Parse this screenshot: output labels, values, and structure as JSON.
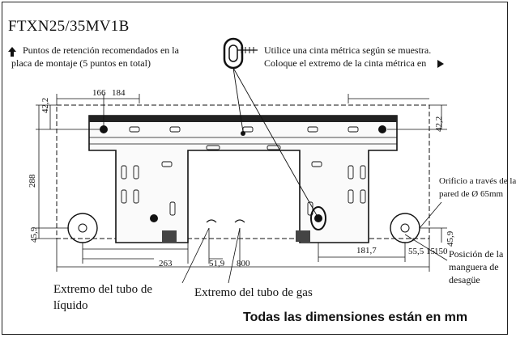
{
  "model": "FTXN25/35MV1B",
  "retention_note": {
    "line1": "Puntos de retención recomendados en la",
    "line2": "placa de montaje (5 puntos en total)"
  },
  "tape_note": {
    "line1": "Utilice una cinta métrica según se muestra.",
    "line2": "Coloque el extremo de la cinta métrica en"
  },
  "dimensions": {
    "d166": "166",
    "d184": "184",
    "d42_left": "42,2",
    "d42_right": "42,2",
    "d288": "288",
    "d45_left": "45,9",
    "d45_right": "45,9",
    "d263": "263",
    "d51": "51,9",
    "d800": "800",
    "d181": "181,7",
    "d55": "55,5",
    "d150": "150",
    "d15": "15"
  },
  "hole_note": {
    "line1": "Orificio a través de la",
    "line2": "pared de Ø 65mm"
  },
  "drain_note": {
    "line1": "Posición de la",
    "line2": "manguera de",
    "line3": "desagüe"
  },
  "liquid_tube": {
    "line1": "Extremo del tubo de",
    "line2": "líquido"
  },
  "gas_tube": "Extremo del tubo de gas",
  "footer": "Todas las dimensiones están en mm",
  "icons": {
    "arrow_up": "arrow-up-icon",
    "arrow_right": "triangle-right-icon",
    "tape": "tape-measure-icon"
  }
}
